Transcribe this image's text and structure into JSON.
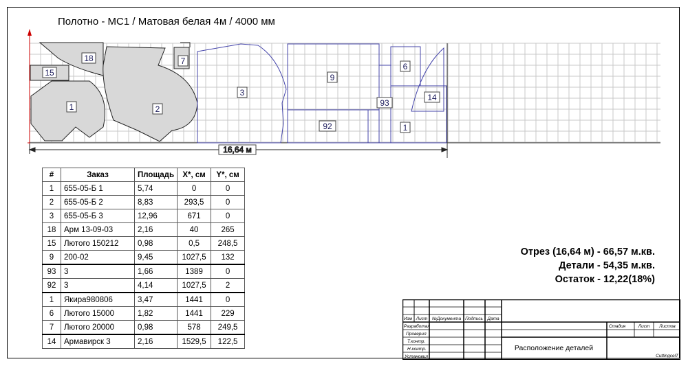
{
  "header": {
    "title": "Полотно - МС1 / Матовая белая 4м / 4000 мм"
  },
  "drawing": {
    "dimension_label": "16,64 м",
    "piece_labels": [
      "18",
      "15",
      "1",
      "2",
      "7",
      "3",
      "9",
      "92",
      "93",
      "6",
      "14",
      "1"
    ]
  },
  "table": {
    "headers": [
      "#",
      "Заказ",
      "Площадь",
      "X*, см",
      "Y*, см"
    ],
    "rows": [
      [
        "1",
        "655-05-Б 1",
        "5,74",
        "0",
        "0"
      ],
      [
        "2",
        "655-05-Б 2",
        "8,83",
        "293,5",
        "0"
      ],
      [
        "3",
        "655-05-Б 3",
        "12,96",
        "671",
        "0"
      ],
      [
        "18",
        "Арм 13-09-03",
        "2,16",
        "40",
        "265"
      ],
      [
        "15",
        "Лютого 150212",
        "0,98",
        "0,5",
        "248,5"
      ],
      [
        "9",
        "200-02",
        "9,45",
        "1027,5",
        "132"
      ],
      [
        "93",
        "3",
        "1,66",
        "1389",
        "0"
      ],
      [
        "92",
        "3",
        "4,14",
        "1027,5",
        "2"
      ],
      [
        "1",
        "Якира980806",
        "3,47",
        "1441",
        "0"
      ],
      [
        "6",
        "Лютого 15000",
        "1,82",
        "1441",
        "229"
      ],
      [
        "7",
        "Лютого 20000",
        "0,98",
        "578",
        "249,5"
      ],
      [
        "14",
        "Армавирск 3",
        "2,16",
        "1529,5",
        "122,5"
      ]
    ]
  },
  "summary": {
    "cut": "Отрез (16,64 м) - 66,57 м.кв.",
    "parts": "Детали - 54,35 м.кв.",
    "remainder": "Остаток - 12,22(18%)"
  },
  "stamp": {
    "col_headers": [
      "Изм",
      "Лист",
      "№Документа",
      "Подпись",
      "Дата"
    ],
    "row_labels": [
      "Разработал",
      "Проверил",
      "Т.контр.",
      "Н.контр.",
      "Установил"
    ],
    "stage_headers": [
      "Стадия",
      "Лист",
      "Листов"
    ],
    "title": "Расположение деталей",
    "brand": "CuttingcelT"
  }
}
